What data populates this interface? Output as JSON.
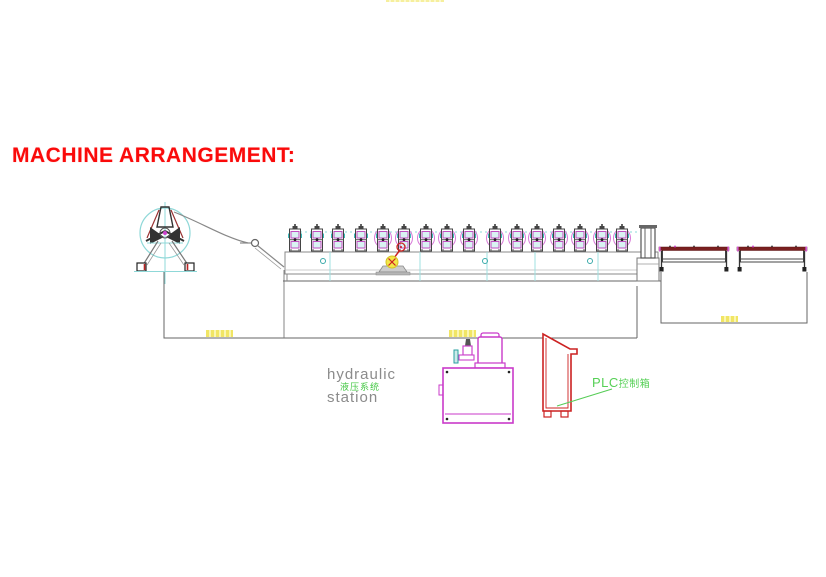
{
  "title": {
    "text": "MACHINE ARRANGEMENT:",
    "color": "#fa0a0a"
  },
  "diagram": {
    "labels": {
      "hydraulic_line1": "hydraulic",
      "hydraulic_line2": "station",
      "hydraulic_cn": "液压系统",
      "plc_latin": "PLC",
      "plc_cn": "控制箱"
    },
    "components": [
      "decoiler",
      "strip-guide",
      "roll-forming-stations-x16",
      "drive-motor",
      "machine-bed",
      "end-shear",
      "output-table-1",
      "output-table-2",
      "foundation-outline",
      "hydraulic-station",
      "plc-control-box"
    ],
    "colors": {
      "title_red": "#fa0a0a",
      "line_gray": "#777777",
      "cyan_accent": "#6ecece",
      "magenta_accent": "#cc44cc",
      "halo_magenta": "#d878d8",
      "table_top_maroon": "#7a1f1f",
      "plc_outline_red": "#cc2222",
      "label_green": "#55d055",
      "label_gray": "#8b8b8b",
      "motor_yellow": "#f3e649",
      "dimension_text_yellow": "#f0e45c"
    }
  }
}
